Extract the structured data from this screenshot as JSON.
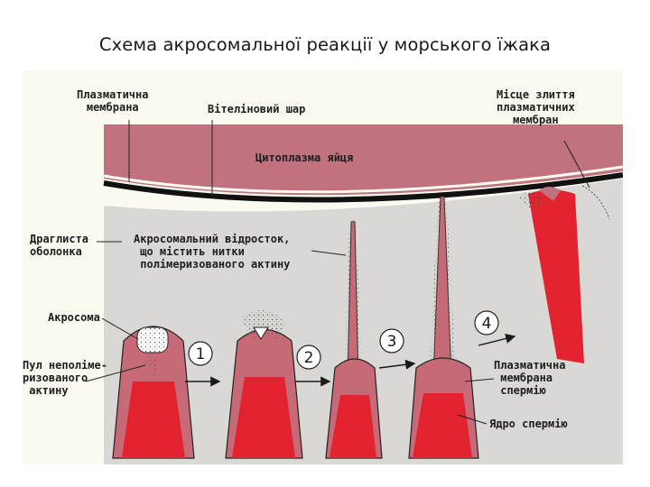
{
  "title": "Схема акросомальної реакції у морського їжака",
  "labels": {
    "plasma_membrane": "Плазматична\nмембрана",
    "vitelline_layer": "Вітеліновий шар",
    "fusion_site": "Місце злиття\nплазматичних\nмембран",
    "egg_cytoplasm": "Цитоплазма яйця",
    "jelly_coat": "Драглиста\nоболонка",
    "acrosomal_process": "Акросомальний відросток,\n що містить нитки\n полімеризованого актину",
    "acrosome": "Акросома",
    "actin_pool": "Пул неполіме-\nризованого\n актину",
    "sperm_membrane": "Плазматична\n мембрана\n спермію",
    "sperm_nucleus": "Ядро спермію"
  },
  "steps": [
    "1",
    "2",
    "3",
    "4"
  ],
  "colors": {
    "cytoplasm": "#c0727e",
    "jelly": "#d8d7d3",
    "membrane": "#111111",
    "nucleus": "#e2222e",
    "sperm_body": "#c56a76"
  }
}
